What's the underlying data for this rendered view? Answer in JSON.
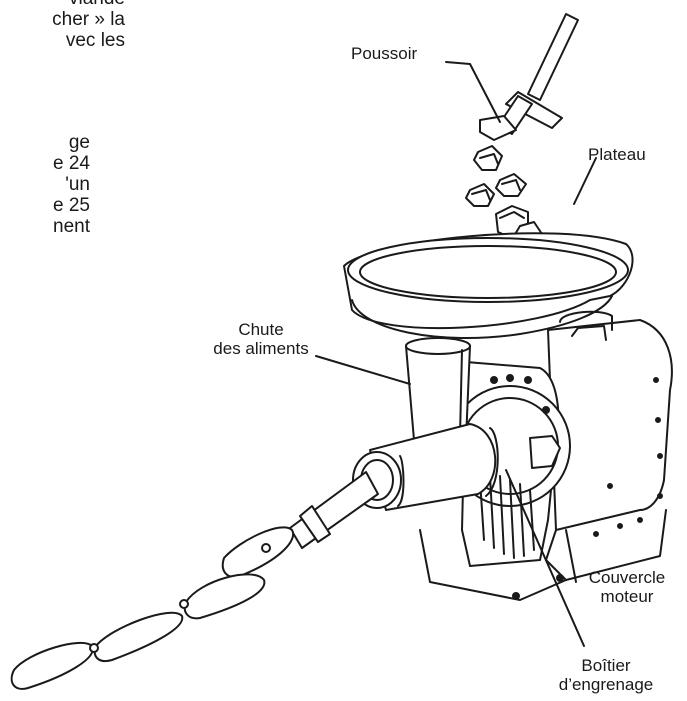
{
  "intro_text": {
    "para1": [
      "viande",
      "cher » la",
      "vec les"
    ],
    "para2": [
      "ge",
      "e 24",
      "'un",
      "e 25",
      "nent"
    ]
  },
  "labels": {
    "poussoir": "Poussoir",
    "plateau": "Plateau",
    "chute_line1": "Chute",
    "chute_line2": "des aliments",
    "couvercle_line1": "Couvercle",
    "couvercle_line2": "moteur",
    "boitier_line1": "Boîtier",
    "boitier_line2": "d’engrenage"
  }
}
